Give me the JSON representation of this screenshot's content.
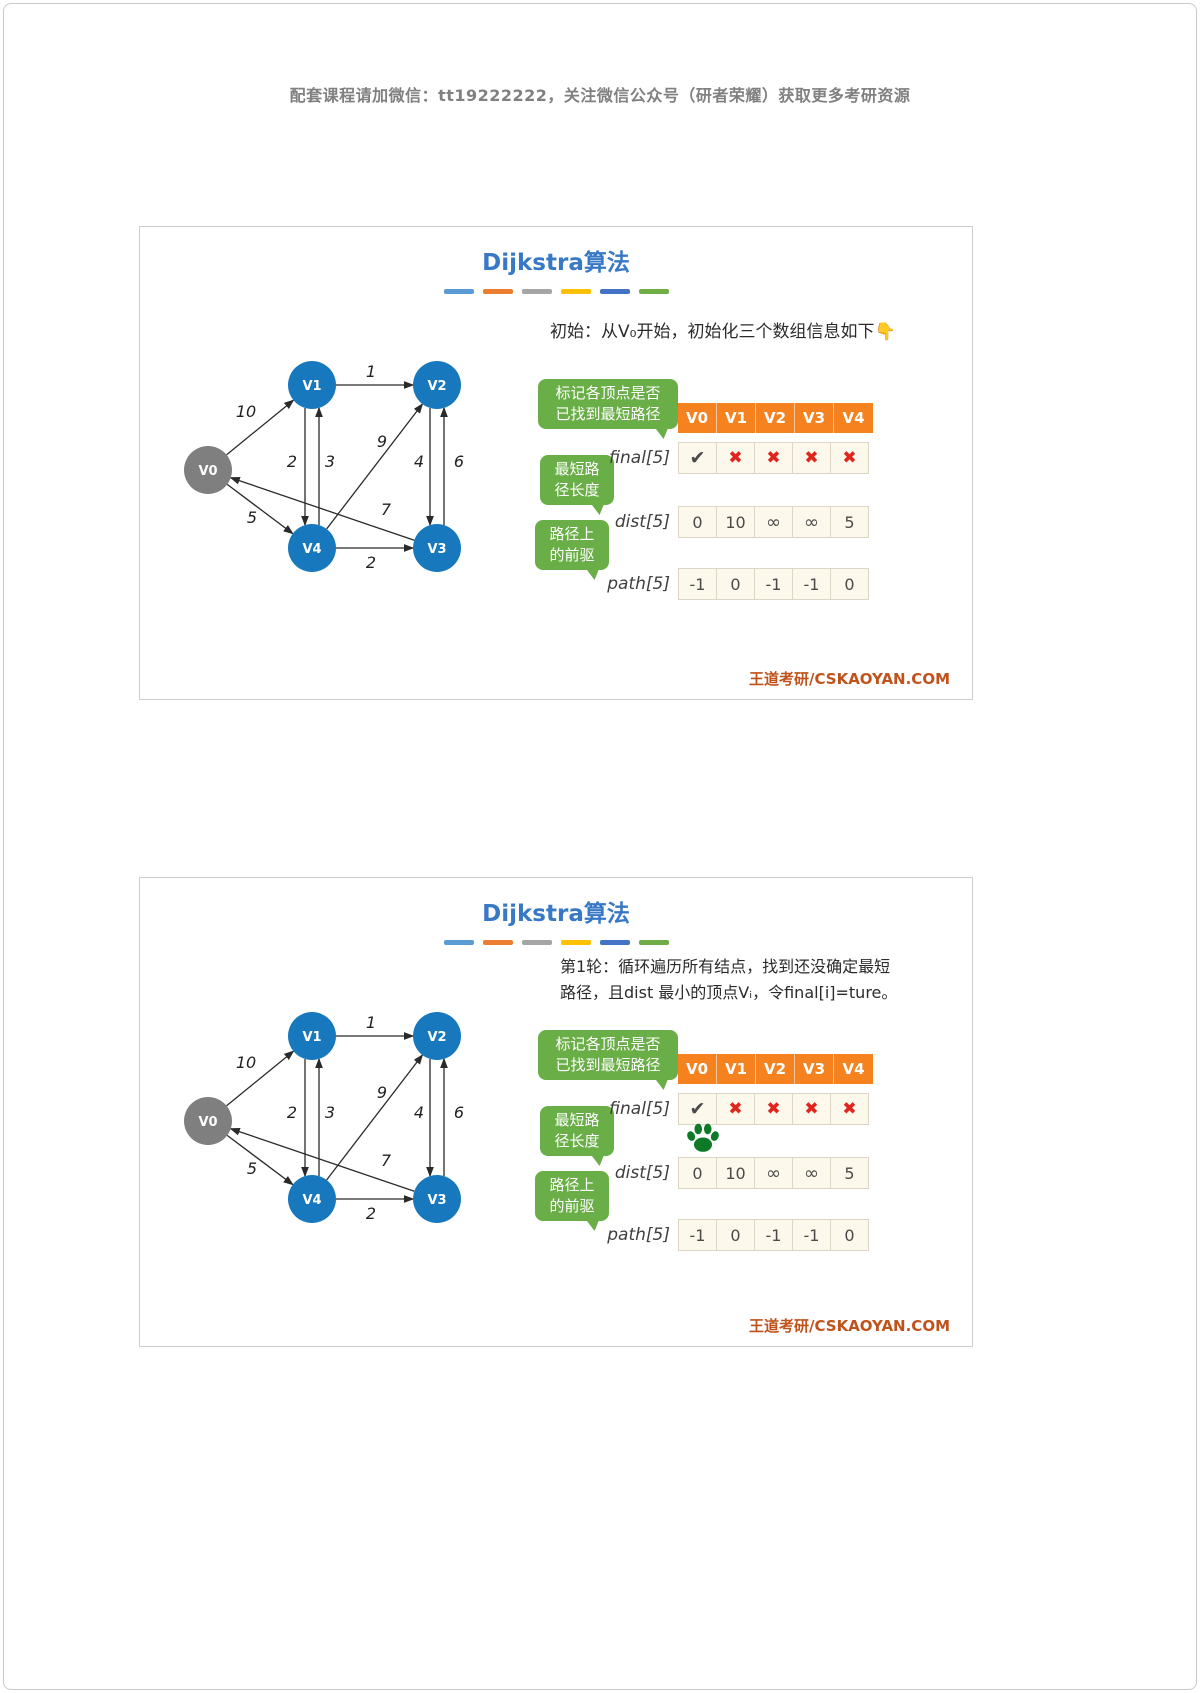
{
  "page_header": "配套课程请加微信：tt19222222，关注微信公众号（研者荣耀）获取更多考研资源",
  "slides": [
    {
      "title": "Dijkstra算法",
      "caption_lines": [
        "初始：从V₀开始，初始化三个数组信息如下👇",
        ""
      ],
      "footer": "王道考研/CSKAOYAN.COM"
    },
    {
      "title": "Dijkstra算法",
      "caption_lines": [
        "第1轮：循环遍历所有结点，找到还没确定最短",
        "路径，且dist 最小的顶点Vᵢ，令final[i]=ture。"
      ],
      "footer": "王道考研/CSKAOYAN.COM"
    }
  ],
  "annotations": {
    "final_note_line1": "标记各顶点是否",
    "final_note_line2": "已找到最短路径",
    "dist_note_line1": "最短路",
    "dist_note_line2": "径长度",
    "path_note_line1": "路径上",
    "path_note_line2": "的前驱"
  },
  "table": {
    "columns": [
      "V0",
      "V1",
      "V2",
      "V3",
      "V4"
    ],
    "rows": {
      "final": {
        "label": "final[5]",
        "values": [
          "✔",
          "✖",
          "✖",
          "✖",
          "✖"
        ]
      },
      "dist": {
        "label": "dist[5]",
        "values": [
          "0",
          "10",
          "∞",
          "∞",
          "5"
        ]
      },
      "path": {
        "label": "path[5]",
        "values": [
          "-1",
          "0",
          "-1",
          "-1",
          "0"
        ]
      }
    }
  },
  "graph": {
    "nodes": [
      {
        "id": "V0",
        "label": "V0",
        "color": "#7F7F7F"
      },
      {
        "id": "V1",
        "label": "V1",
        "color": "#1778BE"
      },
      {
        "id": "V2",
        "label": "V2",
        "color": "#1778BE"
      },
      {
        "id": "V3",
        "label": "V3",
        "color": "#1778BE"
      },
      {
        "id": "V4",
        "label": "V4",
        "color": "#1778BE"
      }
    ],
    "edges": [
      {
        "from": "V0",
        "to": "V1",
        "weight": "10"
      },
      {
        "from": "V1",
        "to": "V2",
        "weight": "1"
      },
      {
        "from": "V1",
        "to": "V4",
        "weight": "2"
      },
      {
        "from": "V4",
        "to": "V1",
        "weight": "3"
      },
      {
        "from": "V4",
        "to": "V2",
        "weight": "9"
      },
      {
        "from": "V2",
        "to": "V3",
        "weight": "4"
      },
      {
        "from": "V3",
        "to": "V2",
        "weight": "6"
      },
      {
        "from": "V0",
        "to": "V4",
        "weight": "5"
      },
      {
        "from": "V3",
        "to": "V0",
        "weight": "7"
      },
      {
        "from": "V4",
        "to": "V3",
        "weight": "2"
      }
    ]
  },
  "colors": {
    "title_blue": "#3879C6",
    "accent_dashes": [
      "#5B9BD5",
      "#ED7D31",
      "#A5A5A5",
      "#FFC000",
      "#4472C4",
      "#70AD47"
    ],
    "node_blue": "#1778BE",
    "node_gray": "#7F7F7F",
    "bubble_green": "#6AAE47",
    "table_header_orange": "#F5821F",
    "cell_cream": "#FDF8EC",
    "check_dark": "#4A4A4A",
    "cross_red": "#E0261C",
    "footer_orange": "#C0531C",
    "paw_green": "#0E7A28"
  }
}
